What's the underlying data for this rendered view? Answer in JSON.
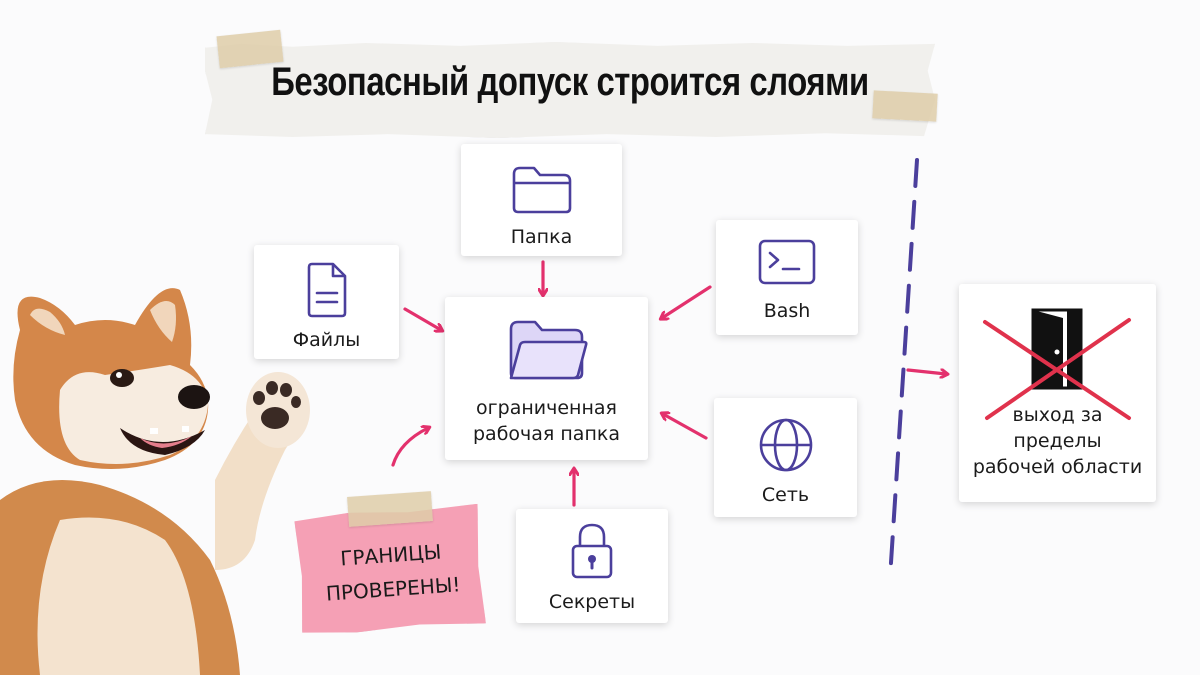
{
  "title": "Безопасный допуск строится слоями",
  "center": {
    "label_line1": "ограниченная",
    "label_line2": "рабочая папка",
    "icon": "folder-open-icon"
  },
  "nodes": [
    {
      "id": "folder",
      "label": "Папка",
      "icon": "folder-icon"
    },
    {
      "id": "files",
      "label": "Файлы",
      "icon": "file-icon"
    },
    {
      "id": "bash",
      "label": "Bash",
      "icon": "terminal-icon"
    },
    {
      "id": "network",
      "label": "Сеть",
      "icon": "globe-icon"
    },
    {
      "id": "secrets",
      "label": "Секреты",
      "icon": "lock-icon"
    }
  ],
  "blocked": {
    "line1": "выход за",
    "line2": "пределы",
    "line3": "рабочей области",
    "icon": "door-icon"
  },
  "sticky_note": {
    "line1": "ГРАНИЦЫ",
    "line2": "ПРОВЕРЕНЫ!"
  },
  "colors": {
    "icon": "#4b3f9c",
    "arrow": "#e3316d",
    "dashed_line": "#4b3f9c",
    "sticky": "#f5a0b5",
    "cross": "#e0324c"
  }
}
